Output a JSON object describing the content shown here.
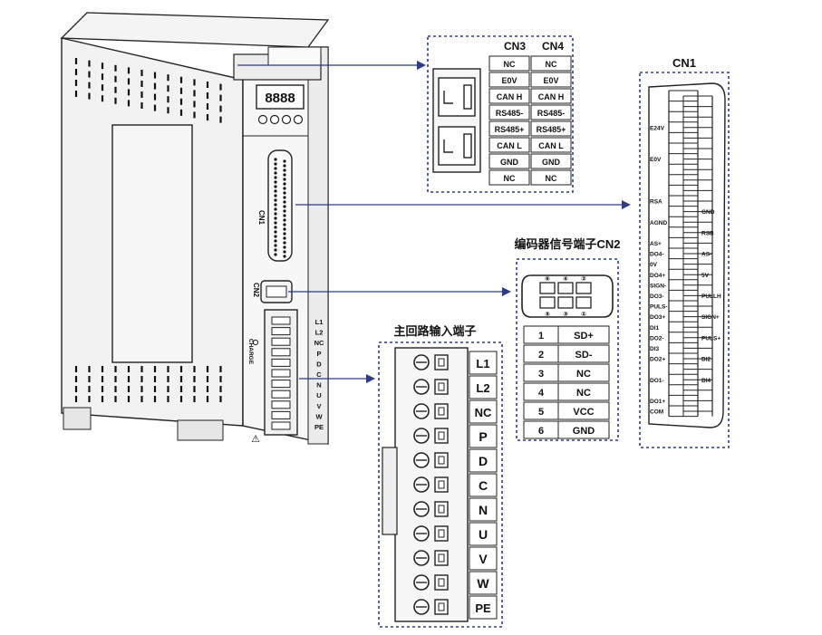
{
  "colors": {
    "arrow": "#2b3a8c",
    "outline": "#222222",
    "vent": "#111111"
  },
  "device": {
    "display_digits": "8888",
    "cn1_label": "CN1",
    "cn2_label": "CN2",
    "terminal_labels": [
      "L1",
      "L2",
      "NC",
      "P",
      "D",
      "C",
      "N",
      "U",
      "V",
      "W",
      "PE"
    ],
    "charge_label": "CHARGE"
  },
  "cn34": {
    "headers": [
      "CN3",
      "CN4"
    ],
    "rows": [
      [
        "NC",
        "NC"
      ],
      [
        "E0V",
        "E0V"
      ],
      [
        "CAN H",
        "CAN H"
      ],
      [
        "RS485-",
        "RS485-"
      ],
      [
        "RS485+",
        "RS485+"
      ],
      [
        "CAN L",
        "CAN L"
      ],
      [
        "GND",
        "GND"
      ],
      [
        "NC",
        "NC"
      ]
    ]
  },
  "cn1": {
    "title": "CN1",
    "left_labels": [
      {
        "t": "E24V",
        "row": 4
      },
      {
        "t": "E0V",
        "row": 7
      },
      {
        "t": "RSA",
        "row": 11
      },
      {
        "t": "AGND",
        "row": 13
      },
      {
        "t": "AS+",
        "row": 15
      },
      {
        "t": "DO4-",
        "row": 16
      },
      {
        "t": "0V",
        "row": 17
      },
      {
        "t": "DO4+",
        "row": 18
      },
      {
        "t": "SIGN-",
        "row": 19
      },
      {
        "t": "DO3-",
        "row": 20
      },
      {
        "t": "PULS-",
        "row": 21
      },
      {
        "t": "DO3+",
        "row": 22
      },
      {
        "t": "DI1",
        "row": 23
      },
      {
        "t": "DO2-",
        "row": 24
      },
      {
        "t": "DI3",
        "row": 25
      },
      {
        "t": "DO2+",
        "row": 26
      },
      {
        "t": "DO1-",
        "row": 28
      },
      {
        "t": "DO1+",
        "row": 30
      },
      {
        "t": "COM",
        "row": 31
      }
    ],
    "right_labels": [
      {
        "t": "GND",
        "row": 12
      },
      {
        "t": "RSB",
        "row": 14
      },
      {
        "t": "AS-",
        "row": 16
      },
      {
        "t": "5V",
        "row": 18
      },
      {
        "t": "PULLH",
        "row": 20
      },
      {
        "t": "SIGN+",
        "row": 22
      },
      {
        "t": "PULS+",
        "row": 24
      },
      {
        "t": "DI2",
        "row": 26
      },
      {
        "t": "DI4",
        "row": 28
      }
    ]
  },
  "cn2": {
    "title": "编码器信号端子CN2",
    "pin_numbers_top": [
      "⑥",
      "④",
      "②"
    ],
    "pin_numbers_bottom": [
      "⑤",
      "③",
      "①"
    ],
    "table": [
      [
        "1",
        "SD+"
      ],
      [
        "2",
        "SD-"
      ],
      [
        "3",
        "NC"
      ],
      [
        "4",
        "NC"
      ],
      [
        "5",
        "VCC"
      ],
      [
        "6",
        "GND"
      ]
    ]
  },
  "main": {
    "title": "主回路输入端子",
    "terminals": [
      "L1",
      "L2",
      "NC",
      "P",
      "D",
      "C",
      "N",
      "U",
      "V",
      "W",
      "PE"
    ]
  }
}
